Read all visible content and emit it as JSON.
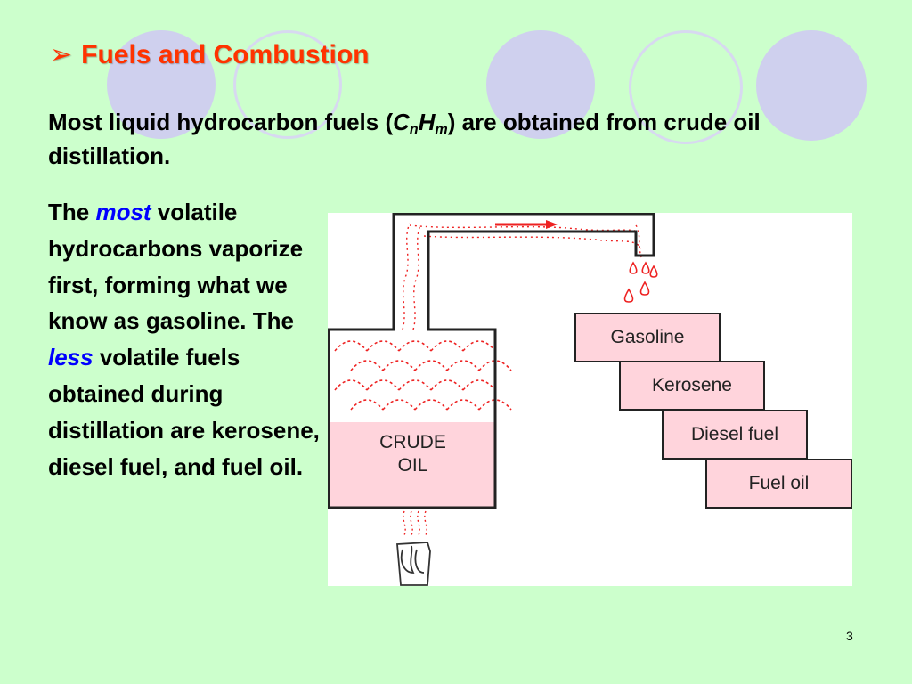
{
  "slide": {
    "title": "Fuels and Combustion",
    "bullet_symbol": "➢",
    "lead": {
      "part1": "Most liquid hydrocarbon fuels (",
      "c": "C",
      "n": "n",
      "h": "H",
      "m": "m",
      "part2": ") are obtained from crude oil distillation."
    },
    "body": {
      "p1": "The ",
      "most": "most",
      "p2": " volatile hydrocarbons vaporize first, forming what we know as gasoline. The ",
      "less": "less",
      "p3": " volatile fuels obtained during distillation are kerosene, diesel fuel, and fuel oil."
    },
    "page_number": "3"
  },
  "diagram": {
    "crude_label_line1": "CRUDE",
    "crude_label_line2": "OIL",
    "fractions": [
      "Gasoline",
      "Kerosene",
      "Diesel fuel",
      "Fuel oil"
    ]
  },
  "colors": {
    "background": "#ccffcc",
    "title": "#ff3300",
    "highlight": "#0000ff",
    "vapor": "#ee2222",
    "box_fill": "#ffd4dc"
  }
}
